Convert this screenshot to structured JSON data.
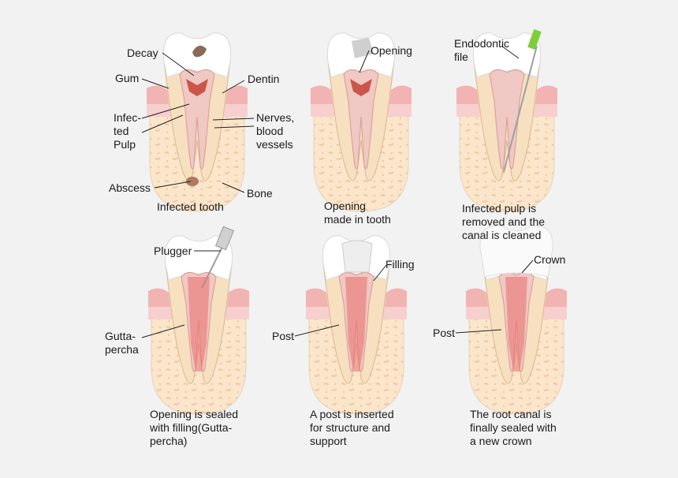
{
  "panels": [
    {
      "caption": "Infected tooth",
      "labels": {
        "decay": "Decay",
        "gum": "Gum",
        "dentin": "Dentin",
        "infected_pulp": "Infec-\nted\nPulp",
        "nerves": "Nerves,\nblood\nvessels",
        "abscess": "Abscess",
        "bone": "Bone"
      }
    },
    {
      "caption": "Opening\nmade in tooth",
      "labels": {
        "opening": "Opening"
      }
    },
    {
      "caption": "Infected pulp is\nremoved and the\ncanal is cleaned",
      "labels": {
        "file": "Endodontic\nfile"
      }
    },
    {
      "caption": "Opening is sealed\nwith filling(Gutta-\npercha)",
      "labels": {
        "plugger": "Plugger",
        "gutta": "Gutta-\npercha"
      }
    },
    {
      "caption": "A post is inserted\nfor structure and\nsupport",
      "labels": {
        "filling": "Filling",
        "post": "Post"
      }
    },
    {
      "caption": "The root canal is\nfinally sealed with\na new crown",
      "labels": {
        "crown": "Crown",
        "post": "Post"
      }
    }
  ],
  "colors": {
    "background": "#f2f2f2",
    "gum": "#f2b3b3",
    "bone": "#fbe6cc",
    "enamel": "#ffffff",
    "dentin": "#f3d9b8",
    "pulp": "#f3c6c6",
    "infection": "#c0392b",
    "filling": "#cfcfcf",
    "file_handle": "#7ccf3a"
  }
}
